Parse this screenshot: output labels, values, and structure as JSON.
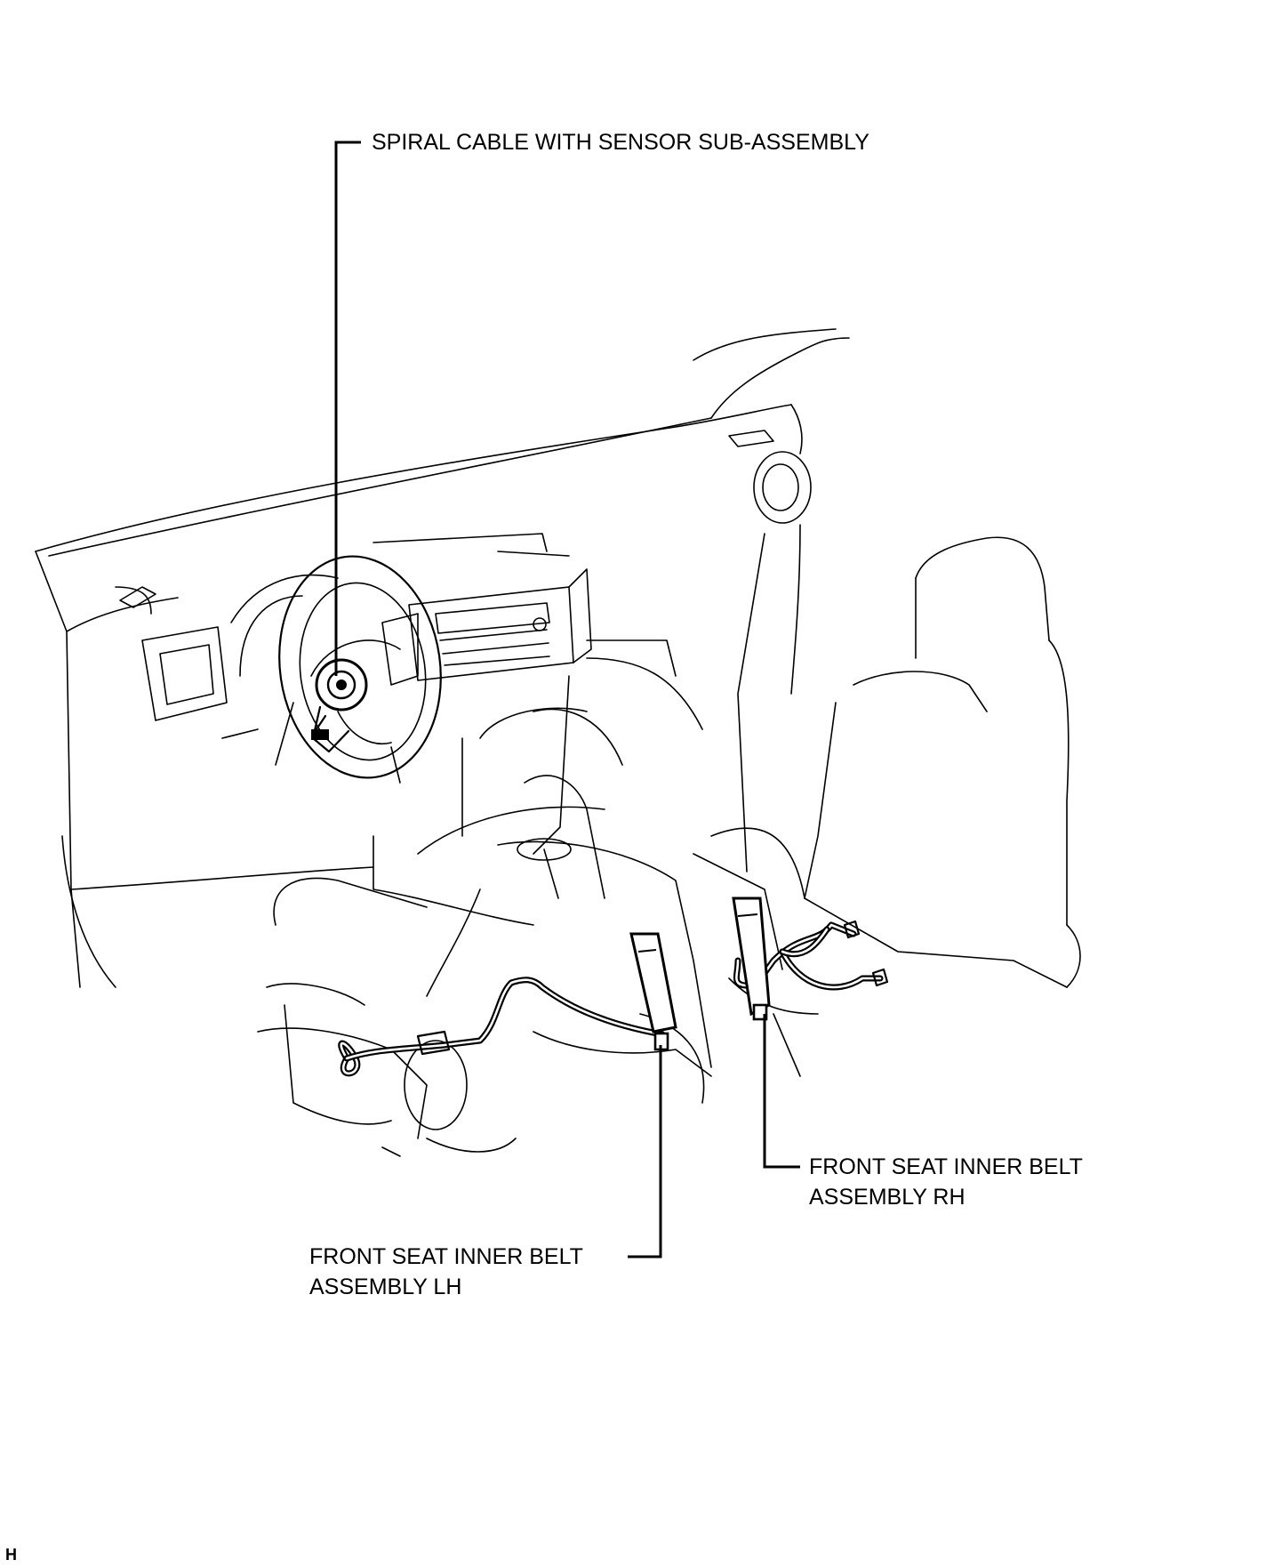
{
  "labels": {
    "spiral_cable": "SPIRAL CABLE WITH SENSOR SUB-ASSEMBLY",
    "belt_rh_line1": "FRONT SEAT INNER BELT",
    "belt_rh_line2": "ASSEMBLY RH",
    "belt_lh_line1": "FRONT SEAT INNER BELT",
    "belt_lh_line2": "ASSEMBLY LH"
  },
  "figure_code": "H"
}
